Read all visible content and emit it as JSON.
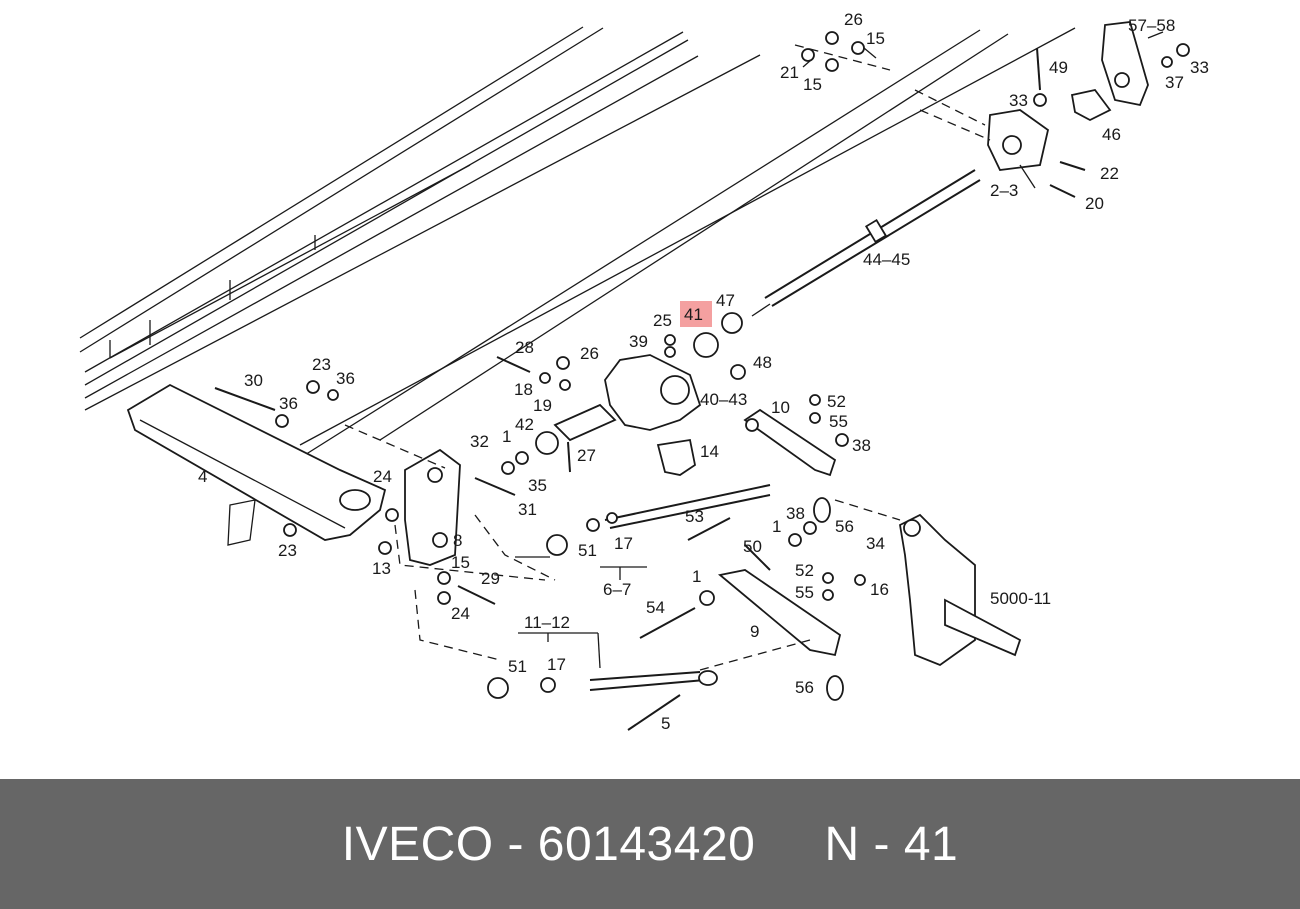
{
  "colors": {
    "highlight": "#f4a0a0",
    "footer_bg": "#666666",
    "footer_text": "#ffffff",
    "line": "#1a1a1a"
  },
  "highlighted_label": "41",
  "labels": [
    "26",
    "15",
    "21",
    "15",
    "57–58",
    "33",
    "37",
    "49",
    "33",
    "46",
    "22",
    "20",
    "2–3",
    "44–45",
    "47",
    "41",
    "25",
    "39",
    "28",
    "26",
    "18",
    "19",
    "48",
    "40–43",
    "10",
    "52",
    "55",
    "38",
    "30",
    "23",
    "36",
    "36",
    "4",
    "32",
    "1",
    "42",
    "27",
    "14",
    "24",
    "35",
    "31",
    "53",
    "38",
    "56",
    "51",
    "17",
    "6–7",
    "8",
    "13",
    "15",
    "29",
    "24",
    "23",
    "1",
    "50",
    "34",
    "52",
    "16",
    "55",
    "54",
    "9",
    "5000-11",
    "11–12",
    "51",
    "17",
    "56",
    "5"
  ],
  "footer": {
    "brand": "IVECO",
    "part_number": "60143420",
    "position": "N - 41",
    "text": "IVECO - 60143420     N - 41"
  }
}
